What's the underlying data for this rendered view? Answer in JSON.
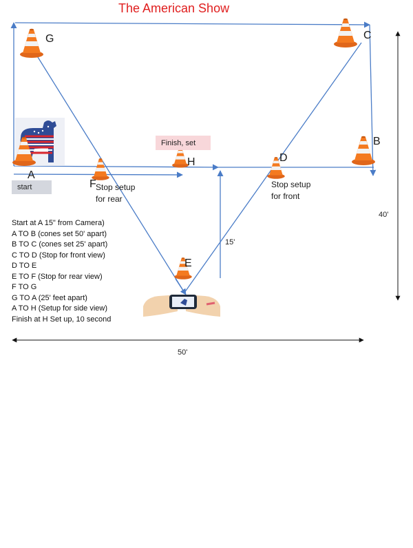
{
  "title": "The American Show",
  "points": {
    "a": "A",
    "b": "B",
    "c": "C",
    "d": "D",
    "e": "E",
    "f": "F",
    "g": "G",
    "h": "H"
  },
  "notes": {
    "stop_rear": [
      "Stop setup",
      "for rear"
    ],
    "stop_front": [
      "Stop setup",
      "for front"
    ],
    "start": "start",
    "finish": "Finish, set"
  },
  "instructions": [
    "Start at A 15\" from Camera)",
    "A TO B (cones set 50' apart)",
    "B TO C (cones set 25' apart)",
    "C TO D (Stop for front view)",
    "D TO E",
    "E TO F (Stop for rear view)",
    "F TO G",
    "G TO A (25' feet apart)",
    "A TO H (Setup for side view)",
    "Finish at H Set up, 10 second"
  ],
  "dimensions": {
    "width": "50'",
    "height": "40'",
    "depth": "15'"
  },
  "colors": {
    "line": "#4a7cc7",
    "cone": "#f47a20",
    "title": "#e01e1e"
  }
}
